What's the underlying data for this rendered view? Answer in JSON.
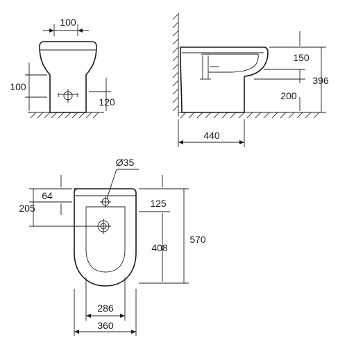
{
  "dimensions": {
    "front": {
      "width_top": "100",
      "height_left": "100",
      "height_right": "120"
    },
    "side": {
      "top": "150",
      "total_height": "396",
      "mid": "200",
      "depth": "440"
    },
    "plan": {
      "hole_diameter": "Ø35",
      "offset_small": "64",
      "offset_large": "205",
      "right_top": "125",
      "right_mid": "408",
      "total_length": "570",
      "inner_width": "286",
      "outer_width": "360"
    }
  }
}
